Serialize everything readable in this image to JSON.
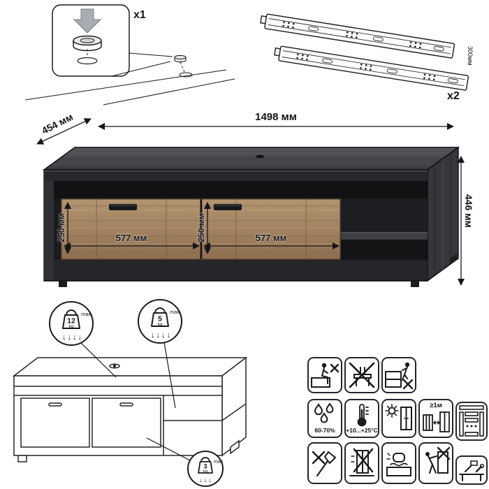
{
  "hardware": {
    "cap_count": "x1",
    "slide_count": "x2",
    "slide_length": "300мм"
  },
  "dimensions": {
    "overall_width": "1498 мм",
    "overall_depth": "454 мм",
    "overall_height": "446 мм",
    "drawer_left_height": "250 мм",
    "drawer_left_width": "577 мм",
    "drawer_right_height": "250 мм",
    "drawer_right_width": "577 мм"
  },
  "load_limits": {
    "top": {
      "value": "12",
      "unit": "kg",
      "note": "max",
      "arrows": "↓↓↓↓"
    },
    "shelf": {
      "value": "5",
      "unit": "kg",
      "note": "max",
      "arrows": "↓↓↓↓"
    },
    "drawer": {
      "value": "3",
      "unit": "kg",
      "note": "max",
      "arrows": "↓↓↓"
    }
  },
  "care": {
    "humidity": "60-70%",
    "temperature": "+10...+25°C",
    "distance": "≥1м"
  },
  "colors": {
    "outline": "#1b1b1e",
    "dark_wood": "#3a3a40",
    "light_wood": "#a08060",
    "accent_gray": "#a7adb3"
  }
}
